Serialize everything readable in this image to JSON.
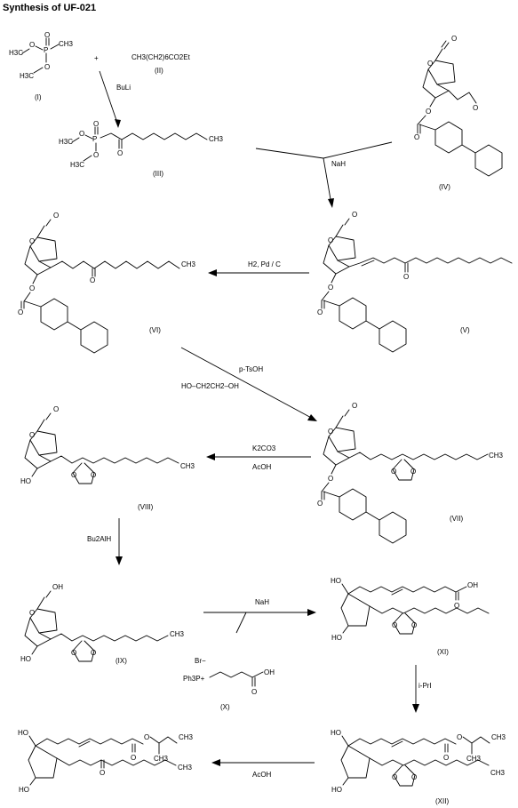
{
  "title": "Synthesis of UF-021",
  "compounds": {
    "I": "(I)",
    "II": "(II)",
    "III": "(III)",
    "IV": "(IV)",
    "V": "(V)",
    "VI": "(VI)",
    "VII": "(VII)",
    "VIII": "(VIII)",
    "IX": "(IX)",
    "X": "(X)",
    "XI": "(XI)",
    "XII": "(XII)"
  },
  "formula_II": "CH3(CH2)6CO2Et",
  "plus": "+",
  "atom_labels": {
    "o": "O",
    "oh": "OH",
    "ho": "HO",
    "p": "P",
    "ch3": "CH3",
    "h3c": "H3C",
    "br": "Br−",
    "ph3p": "Ph3P+"
  },
  "reagents": {
    "buli": "BuLi",
    "nah1": "NaH",
    "h2pd": "H2, Pd / C",
    "ptsoh": "p-TsOH",
    "glycol": "HO–CH2CH2–OH",
    "k2co3": "K2CO3",
    "acoh1": "AcOH",
    "bu2alh": "Bu2AlH",
    "nah2": "NaH",
    "ipri": "i-PrI",
    "acoh2": "AcOH"
  }
}
